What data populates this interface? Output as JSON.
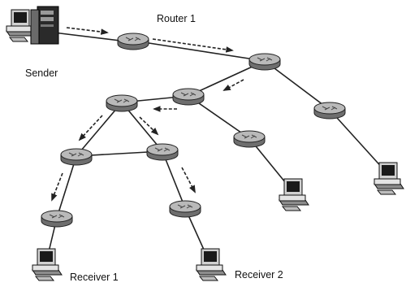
{
  "labels": {
    "router_1": "Router 1",
    "sender": "Sender",
    "receiver_1": "Receiver 1",
    "receiver_2": "Receiver 2"
  },
  "colors": {
    "router_fill": "#b9b9b9",
    "router_dark": "#555555",
    "line": "#222222",
    "background": "#ffffff"
  }
}
